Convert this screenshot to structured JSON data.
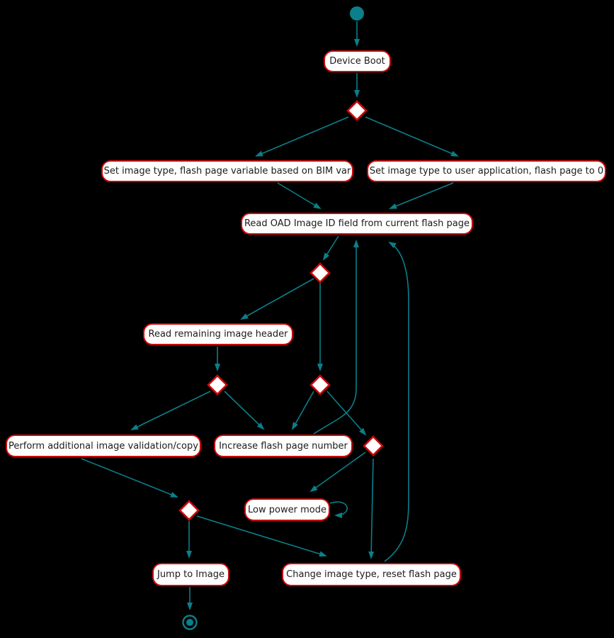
{
  "nodes": {
    "device_boot": "Device Boot",
    "set_bim_var": "Set image type, flash page variable based on BIM var",
    "set_user_app": "Set image type to user application, flash page to 0",
    "read_oad_id": "Read OAD Image ID field from current flash page",
    "read_header": "Read remaining image header",
    "perform_validation": "Perform additional image validation/copy",
    "increase_page": "Increase flash page number",
    "low_power": "Low power mode",
    "jump_to_image": "Jump to Image",
    "change_image_type": "Change image type, reset flash page"
  },
  "colors": {
    "background": "#000000",
    "edge_teal": "#0b7f8a",
    "node_border_red": "#cc0909",
    "node_fill": "#fefefe",
    "node_text": "#1c1c1c"
  }
}
